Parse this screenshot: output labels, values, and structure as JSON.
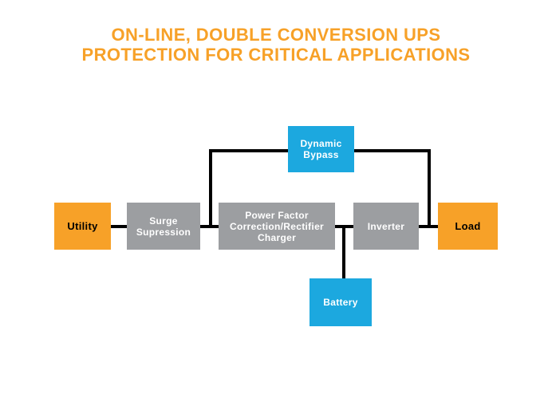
{
  "title": {
    "line1": "ON-LINE, DOUBLE CONVERSION UPS",
    "line2": "PROTECTION FOR CRITICAL APPLICATIONS"
  },
  "colors": {
    "orange": "#F7A128",
    "gray": "#9C9EA1",
    "blue": "#1CA8DF",
    "wire": "#000000",
    "background": "#FFFFFF"
  },
  "diagram": {
    "type": "flow-diagram",
    "nodes": [
      {
        "id": "utility",
        "label": "Utility",
        "color": "orange"
      },
      {
        "id": "surge-supression",
        "label": "Surge Supression",
        "color": "gray"
      },
      {
        "id": "pfc-charger",
        "label": "Power Factor Correction/Rectifier Charger",
        "color": "gray"
      },
      {
        "id": "inverter",
        "label": "Inverter",
        "color": "gray"
      },
      {
        "id": "load",
        "label": "Load",
        "color": "orange"
      },
      {
        "id": "dynamic-bypass",
        "label": "Dynamic Bypass",
        "color": "blue"
      },
      {
        "id": "battery",
        "label": "Battery",
        "color": "blue"
      }
    ],
    "connections": [
      {
        "from": "utility",
        "to": "surge-supression"
      },
      {
        "from": "surge-supression",
        "to": "pfc-charger"
      },
      {
        "from": "pfc-charger",
        "to": "inverter"
      },
      {
        "from": "inverter",
        "to": "load"
      },
      {
        "from": "surge-supression",
        "to": "dynamic-bypass",
        "via": "bypass-branch-left"
      },
      {
        "from": "dynamic-bypass",
        "to": "load",
        "via": "bypass-branch-right"
      },
      {
        "from": "pfc-charger",
        "to": "battery",
        "via": "battery-branch"
      }
    ]
  }
}
